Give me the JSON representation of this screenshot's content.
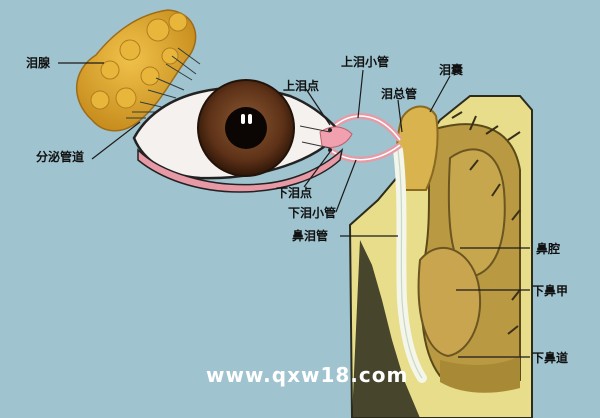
{
  "labels": {
    "lacrimal_gland": "泪腺",
    "excretory_ducts": "分泌管道",
    "upper_punctum": "上泪点",
    "upper_canaliculus": "上泪小管",
    "common_canaliculus": "泪总管",
    "lacrimal_sac": "泪囊",
    "lower_punctum": "下泪点",
    "lower_canaliculus": "下泪小管",
    "nasolacrimal_duct": "鼻泪管",
    "nasal_cavity": "鼻腔",
    "inferior_turbinate": "下鼻甲",
    "inferior_meatus": "下鼻道"
  },
  "watermark": "www.qxw18.com",
  "colors": {
    "background": "#9fc3cf",
    "gland": "#d9a531",
    "iris": "#6b3b1f",
    "sclera": "#f4f1ee",
    "tissue_pink": "#e79aa6",
    "bone": "#e8dd8a",
    "nasal_tissue": "#c9a24a",
    "duct": "#f3f6e8"
  }
}
